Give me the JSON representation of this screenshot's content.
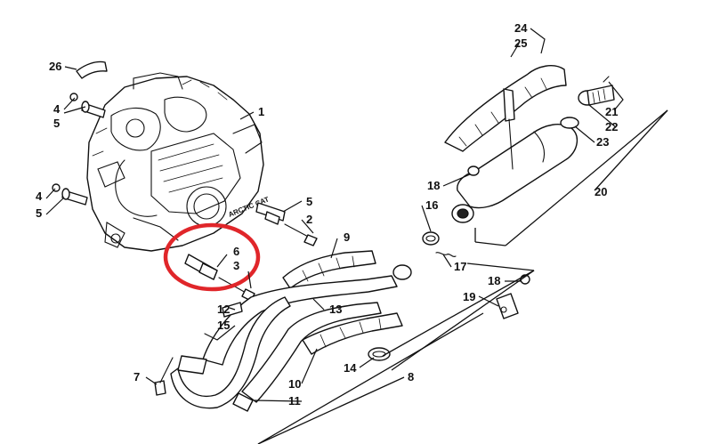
{
  "callouts": {
    "c1": "1",
    "c2": "2",
    "c3": "3",
    "c4a": "4",
    "c4b": "4",
    "c5a": "5",
    "c5b": "5",
    "c5c": "5",
    "c6": "6",
    "c7": "7",
    "c8": "8",
    "c9": "9",
    "c10": "10",
    "c11": "11",
    "c12": "12",
    "c13": "13",
    "c14": "14",
    "c15": "15",
    "c16": "16",
    "c17": "17",
    "c18a": "18",
    "c18b": "18",
    "c19": "19",
    "c20": "20",
    "c21": "21",
    "c22": "22",
    "c23": "23",
    "c24": "24",
    "c25": "25",
    "c26": "26"
  },
  "engine_badge": "ARCTIC CAT",
  "colors": {
    "line": "#111111",
    "highlight": "#e0262a",
    "background": "#ffffff"
  }
}
